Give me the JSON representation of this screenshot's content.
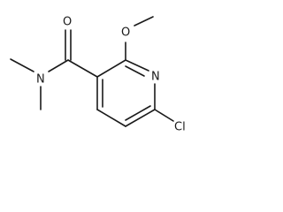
{
  "molecule": {
    "atoms": {
      "oxygen_carbonyl": "O",
      "oxygen_methoxy": "O",
      "nitrogen_amide": "N",
      "nitrogen_ring": "N",
      "chlorine": "Cl"
    }
  }
}
